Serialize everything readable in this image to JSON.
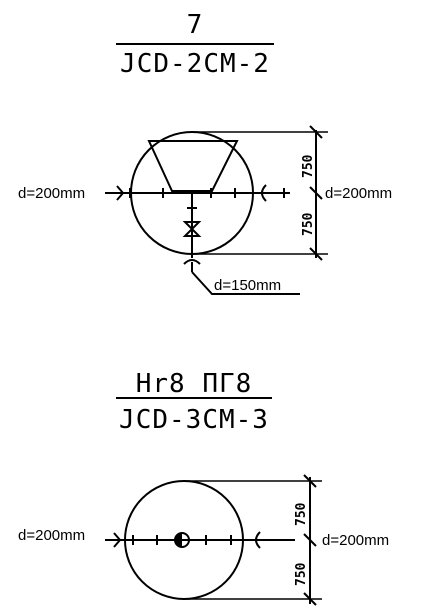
{
  "diagram_1": {
    "title_top": "7",
    "title_bottom": "JCD-2CM-2",
    "inlet_label": "d=200mm",
    "outlet_label": "d=200mm",
    "branch_label": "d=150mm",
    "dim_upper": "750",
    "dim_lower": "750"
  },
  "diagram_2": {
    "title_top": "Hr8 ΠΓ8",
    "title_bottom": "JCD-3CM-3",
    "inlet_label": "d=200mm",
    "outlet_label": "d=200mm",
    "dim_upper": "750",
    "dim_lower": "750"
  }
}
